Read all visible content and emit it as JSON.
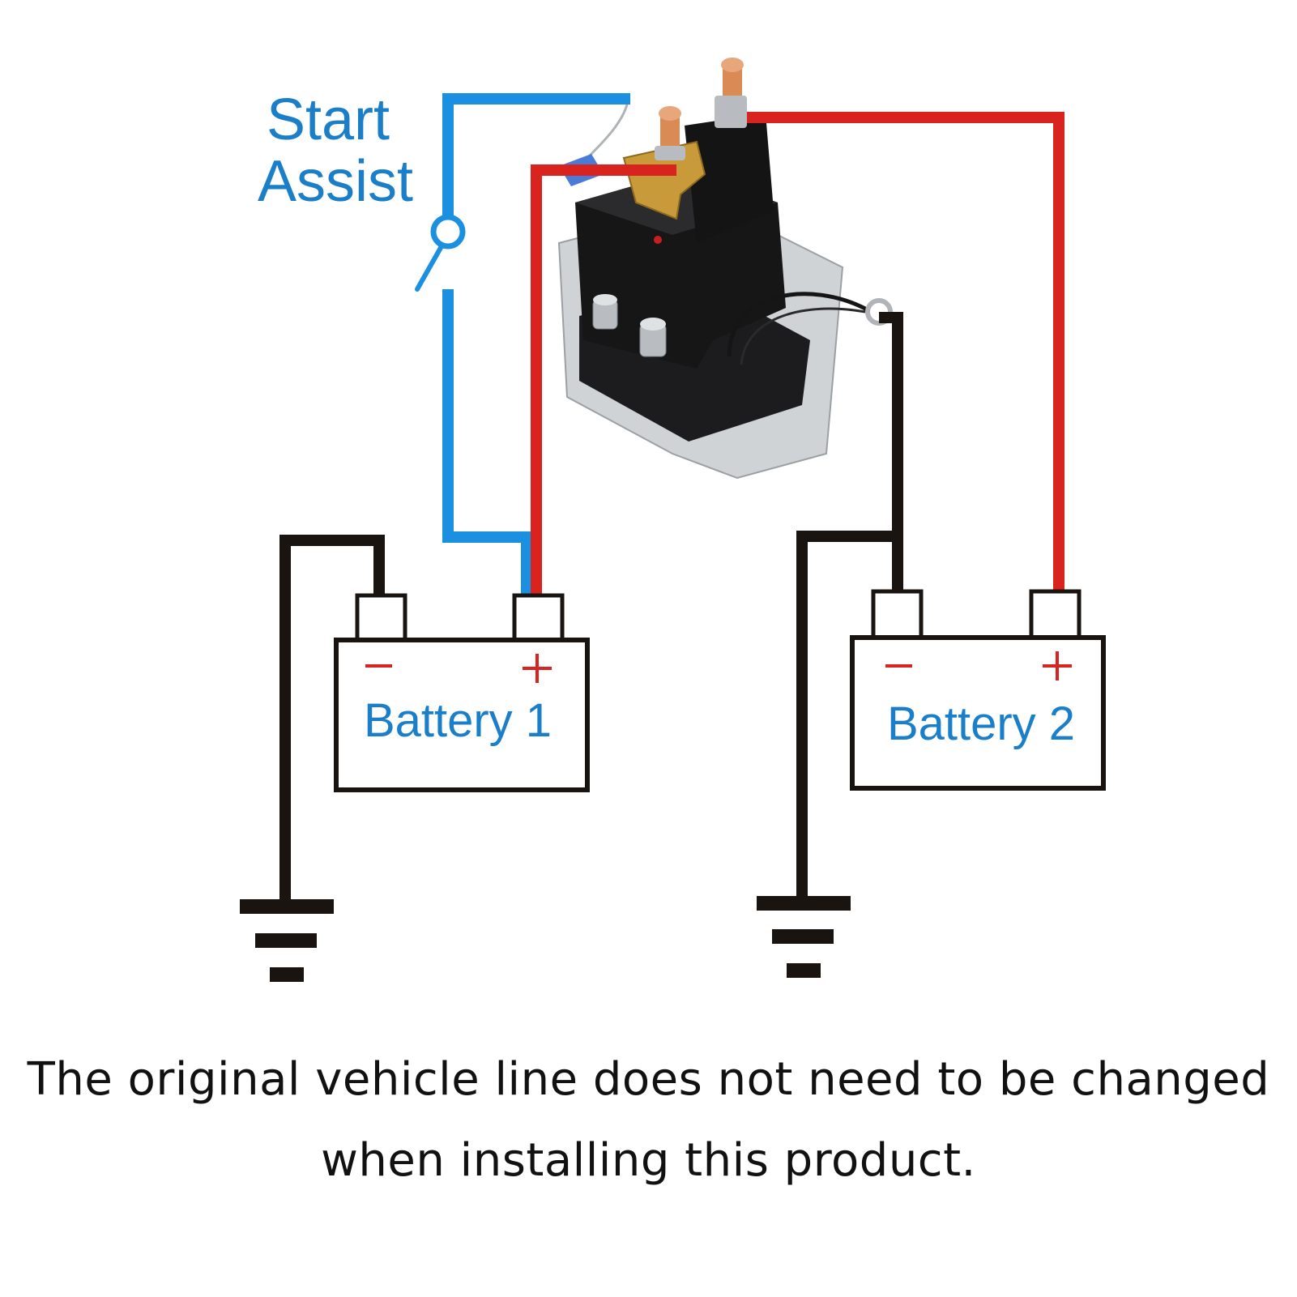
{
  "labels": {
    "start_assist_line1": "Start",
    "start_assist_line2": "Assist",
    "battery1": "Battery 1",
    "battery2": "Battery 2",
    "minus": "−",
    "plus": "+"
  },
  "caption": {
    "line1": "The original vehicle line does not need to be changed",
    "line2": "when installing this product."
  },
  "colors": {
    "positive_wire": "#d9231f",
    "start_wire": "#1b8fe0",
    "ground_wire": "#1a1411",
    "label_blue": "#1a7fc8"
  }
}
